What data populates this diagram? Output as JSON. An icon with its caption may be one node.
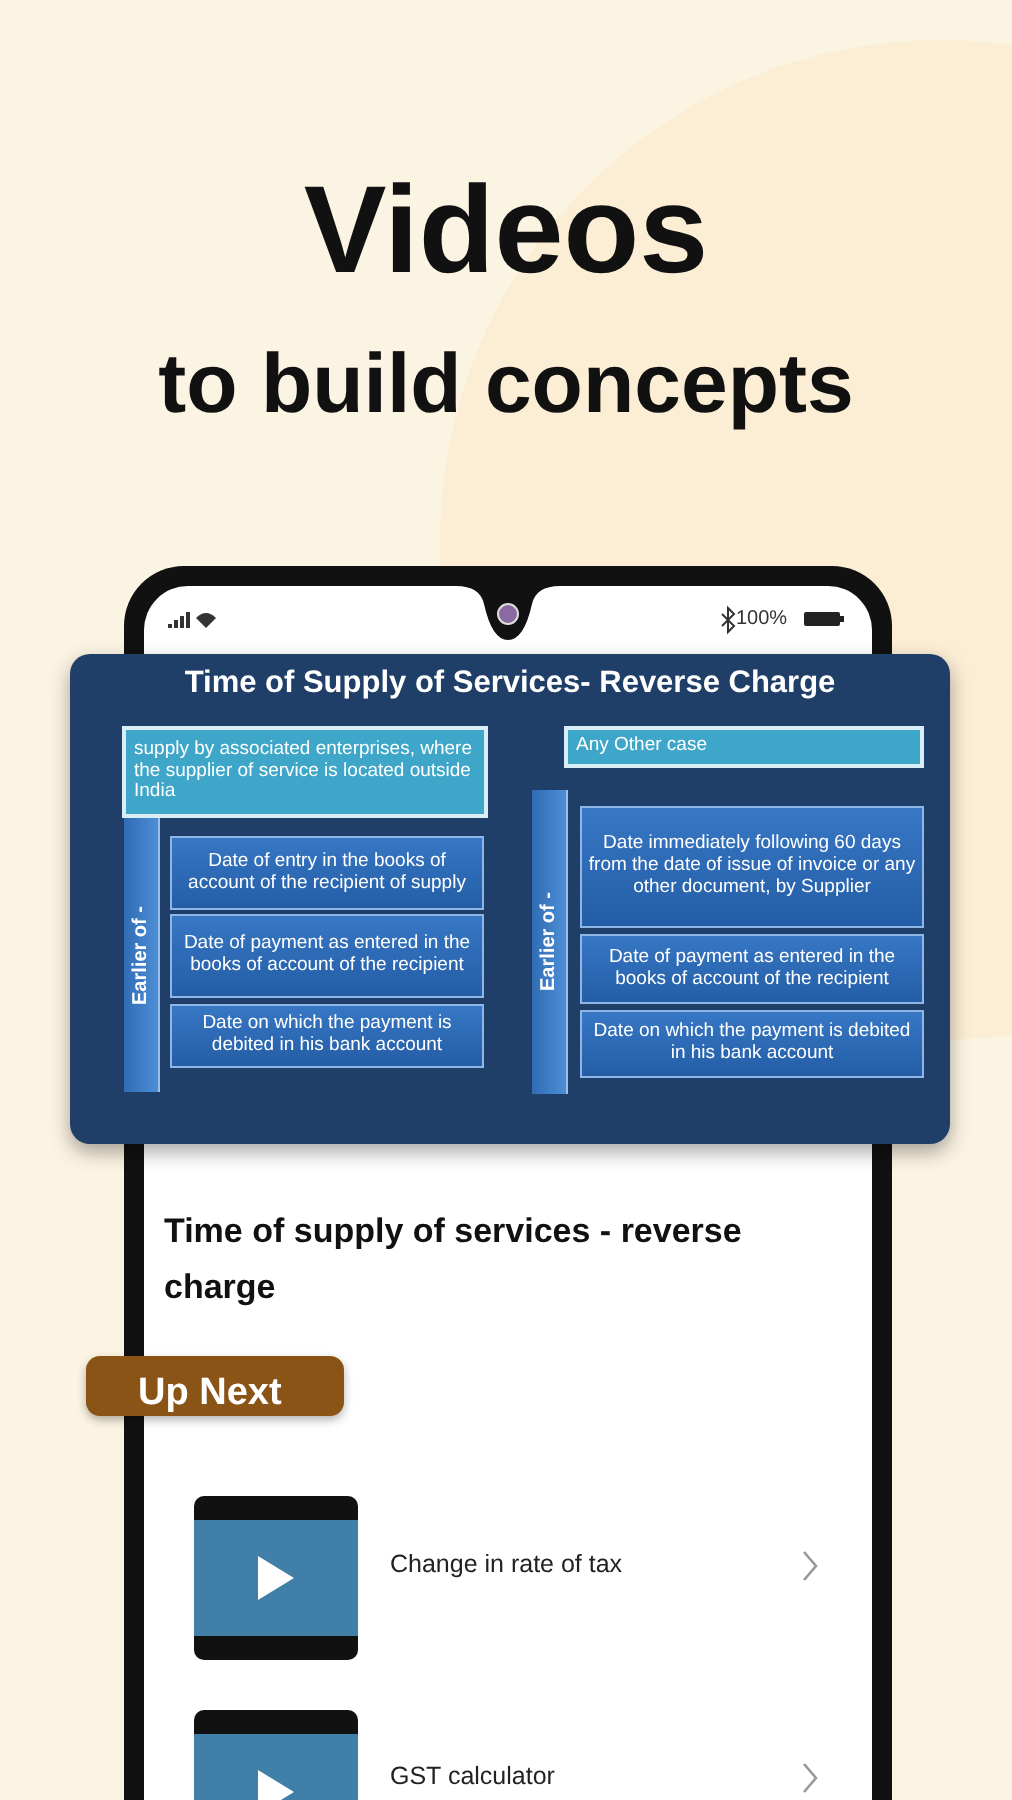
{
  "diagram": {
    "nodes": [
      {
        "text": [
          "Time of Supply of Services- Reverse Charge"
        ]
      },
      {
        "text": [
          "supply by associated enterprises, where the supplier of service is located outside India"
        ],
        "in": 0
      },
      {
        "text": [
          "Earlier of -"
        ],
        "in": 0
      },
      {
        "text": [
          "Date of entry in the books of account of the recipient of supply"
        ],
        "in": 0
      },
      {
        "text": [
          "Date of payment as entered in the books of account of the recipient"
        ],
        "in": 0
      },
      {
        "text": [
          "Date on which the payment is debited in his bank account"
        ],
        "in": 0
      },
      {
        "text": [
          "Any Other case"
        ],
        "in": 0
      },
      {
        "text": [
          "Earlier of -"
        ],
        "in": 0
      },
      {
        "text": [
          "Date immediately following 60 days from the date of issue of invoice or any other document, by Supplier"
        ],
        "in": 0
      },
      {
        "text": [
          "Date of payment as entered in the books of account of the recipient"
        ],
        "in": 0
      },
      {
        "text": [
          "Date on which the payment is debited in his bank account"
        ],
        "in": 0
      }
    ],
    "labels": [
      "Videos",
      "to build concepts",
      "100%",
      "Time of supply of services - reverse charge",
      "Up Next",
      "Change in rate of tax",
      "GST calculator"
    ]
  }
}
